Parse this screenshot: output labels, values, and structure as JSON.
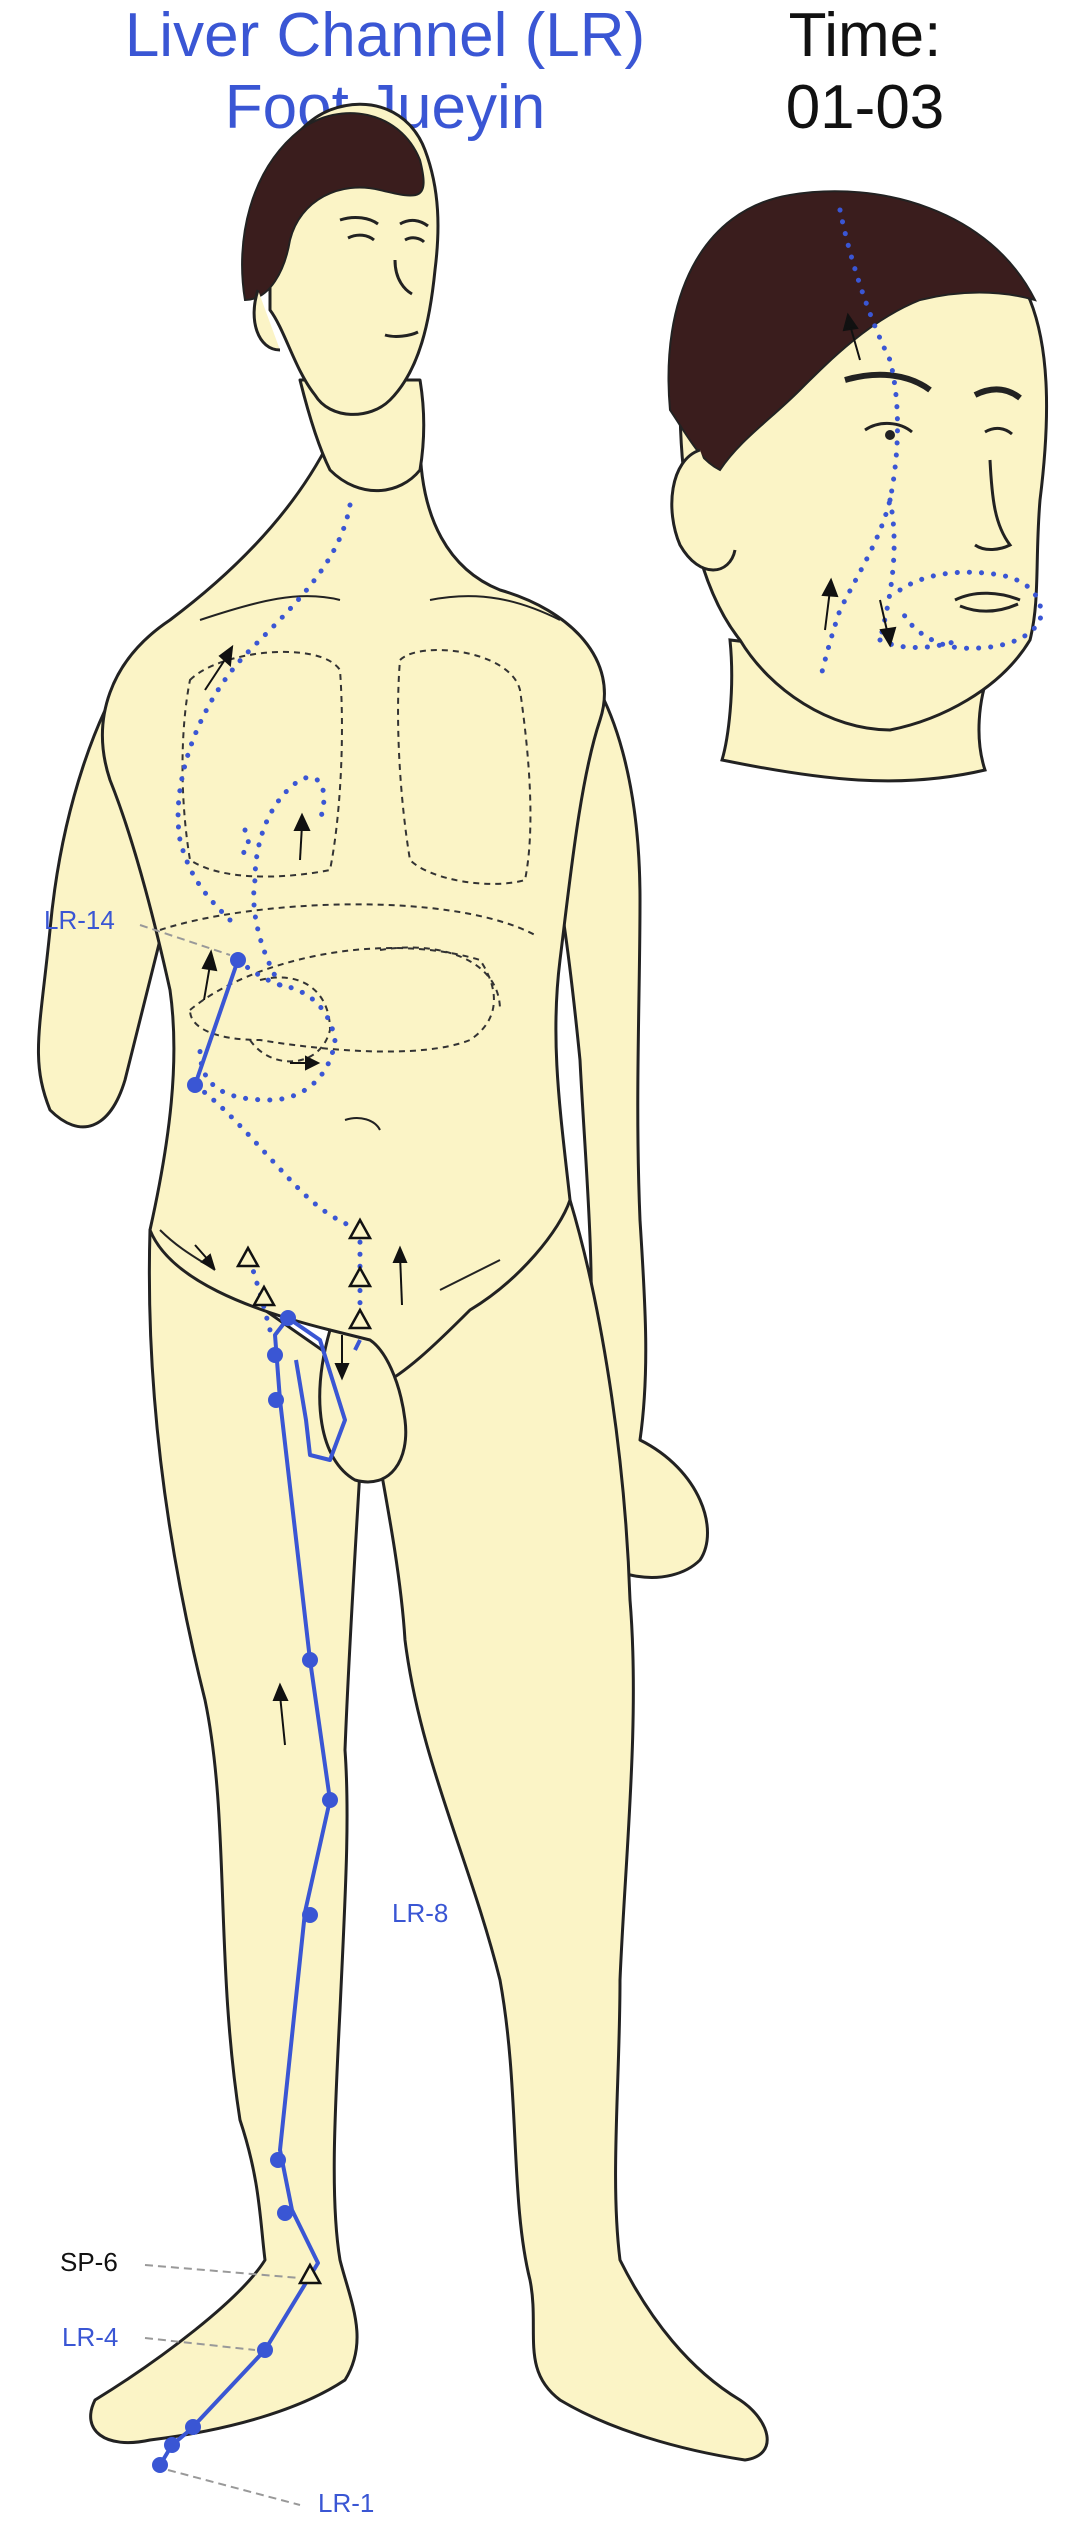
{
  "title": {
    "line1": "Liver Channel (LR)",
    "line2": "Foot Jueyin"
  },
  "time": {
    "label": "Time:",
    "value": "01-03"
  },
  "colors": {
    "channel": "#3a56d4",
    "skin": "#fbf4c6",
    "hair": "#3a1d1d",
    "outline": "#222222"
  },
  "labels": {
    "lr14": "LR-14",
    "lr8": "LR-8",
    "sp6": "SP-6",
    "lr4": "LR-4",
    "lr1": "LR-1"
  }
}
